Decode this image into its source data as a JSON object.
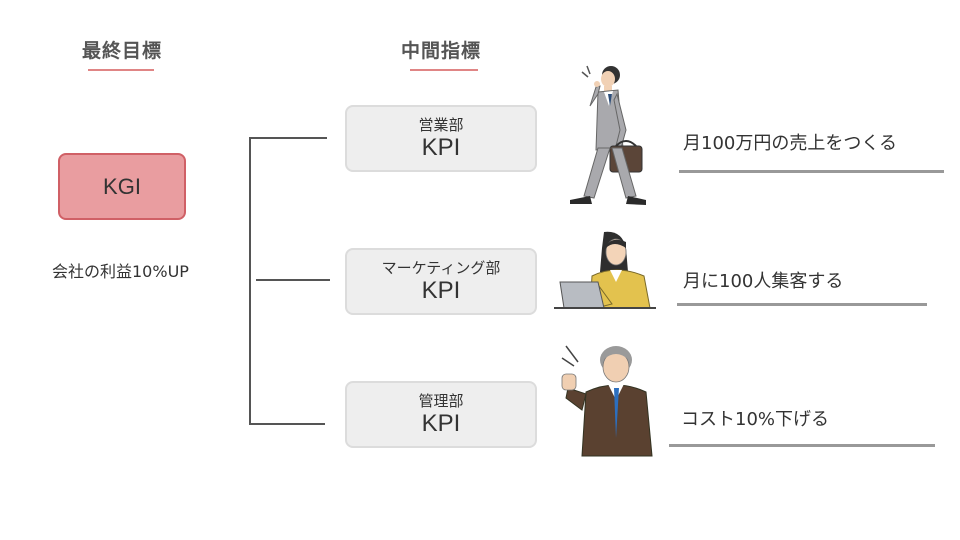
{
  "headings": {
    "final_goal": "最終目標",
    "intermediate": "中間指標"
  },
  "kgi": {
    "label": "KGI",
    "description": "会社の利益10%UP"
  },
  "kpis": [
    {
      "department": "営業部",
      "label": "KPI",
      "goal": "月100万円の売上をつくる",
      "illustration": "walking-businessman-phone-icon"
    },
    {
      "department": "マーケティング部",
      "label": "KPI",
      "goal": "月に100人集客する",
      "illustration": "woman-at-laptop-icon"
    },
    {
      "department": "管理部",
      "label": "KPI",
      "goal": "コスト10%下げる",
      "illustration": "senior-manager-fist-icon"
    }
  ],
  "colors": {
    "kgi_fill": "#e99da0",
    "kgi_border": "#d06066",
    "kpi_fill": "#eeeeee",
    "accent_underline": "#e08585"
  }
}
